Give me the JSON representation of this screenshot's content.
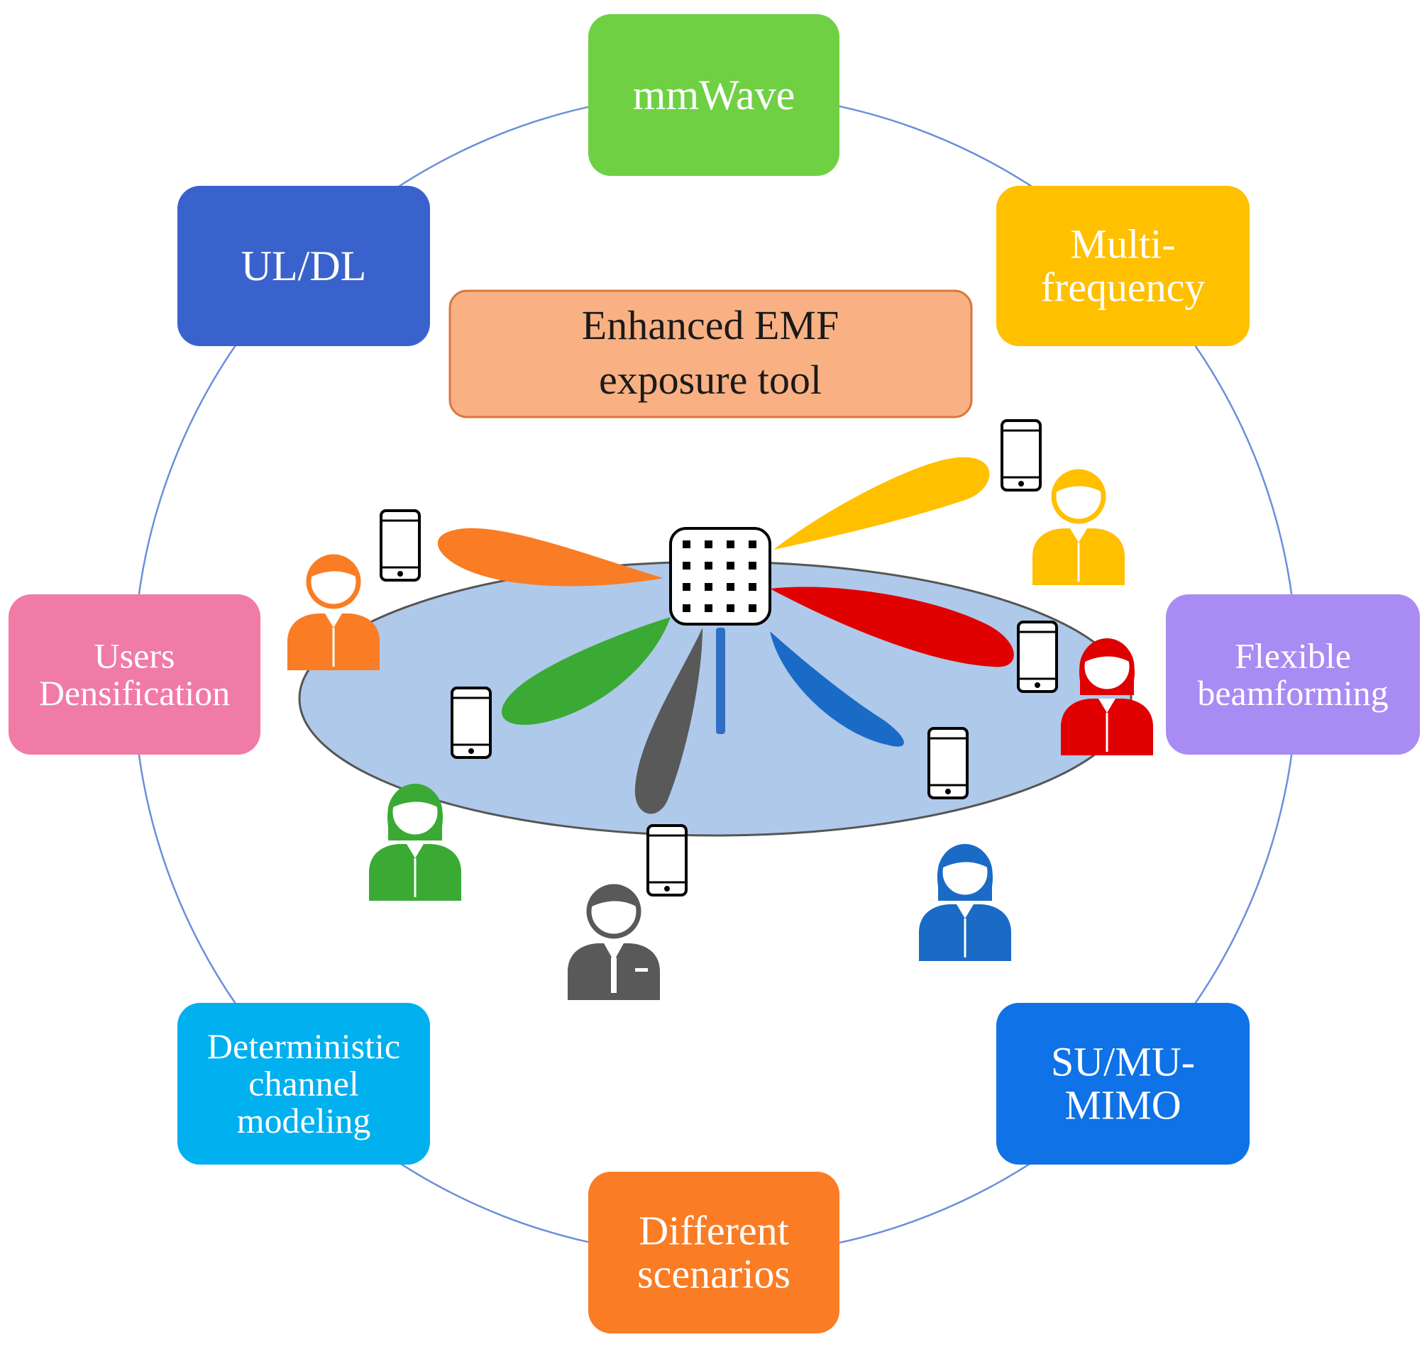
{
  "center_box": {
    "line1": "Enhanced EMF",
    "line2": "exposure tool",
    "color": "#F9B183",
    "border": "#D9763C"
  },
  "features": [
    {
      "id": "mmwave",
      "lines": [
        "mmWave"
      ],
      "color": "#70D044"
    },
    {
      "id": "multi-frequency",
      "lines": [
        "Multi-",
        "frequency"
      ],
      "color": "#FFC000"
    },
    {
      "id": "flexible-beamforming",
      "lines": [
        "Flexible",
        "beamforming"
      ],
      "color": "#A98BF4"
    },
    {
      "id": "su-mu-mimo",
      "lines": [
        "SU/MU-",
        "MIMO"
      ],
      "color": "#0F72E6"
    },
    {
      "id": "different-scenarios",
      "lines": [
        "Different",
        "scenarios"
      ],
      "color": "#FA7C24"
    },
    {
      "id": "deterministic-channel-modeling",
      "lines": [
        "Deterministic",
        "channel",
        "modeling"
      ],
      "color": "#00B0EF"
    },
    {
      "id": "users-densification",
      "lines": [
        "Users",
        "Densification"
      ],
      "color": "#F07BA6"
    },
    {
      "id": "ul-dl",
      "lines": [
        "UL/DL"
      ],
      "color": "#3A62CC"
    }
  ],
  "colors": {
    "ring": "#6C8EDC",
    "ground": "#AFC9EA",
    "ground_border": "#555555",
    "antenna_pole": "#2F6FC3",
    "beam_orange": "#FA7C24",
    "beam_yellow": "#FFC000",
    "beam_red": "#E00000",
    "beam_blue": "#1A6BC6",
    "beam_gray": "#595959",
    "beam_green": "#3AAA35"
  },
  "users": [
    {
      "id": "orange-user",
      "icon": "person-icon",
      "color": "#FA7C24"
    },
    {
      "id": "yellow-user",
      "icon": "person-icon",
      "color": "#FFC000"
    },
    {
      "id": "red-user",
      "icon": "person-female-icon",
      "color": "#E00000"
    },
    {
      "id": "blue-user",
      "icon": "person-female-icon",
      "color": "#1A6BC6"
    },
    {
      "id": "gray-user",
      "icon": "person-business-icon",
      "color": "#595959"
    },
    {
      "id": "green-user",
      "icon": "person-female-icon",
      "color": "#3AAA35"
    }
  ]
}
